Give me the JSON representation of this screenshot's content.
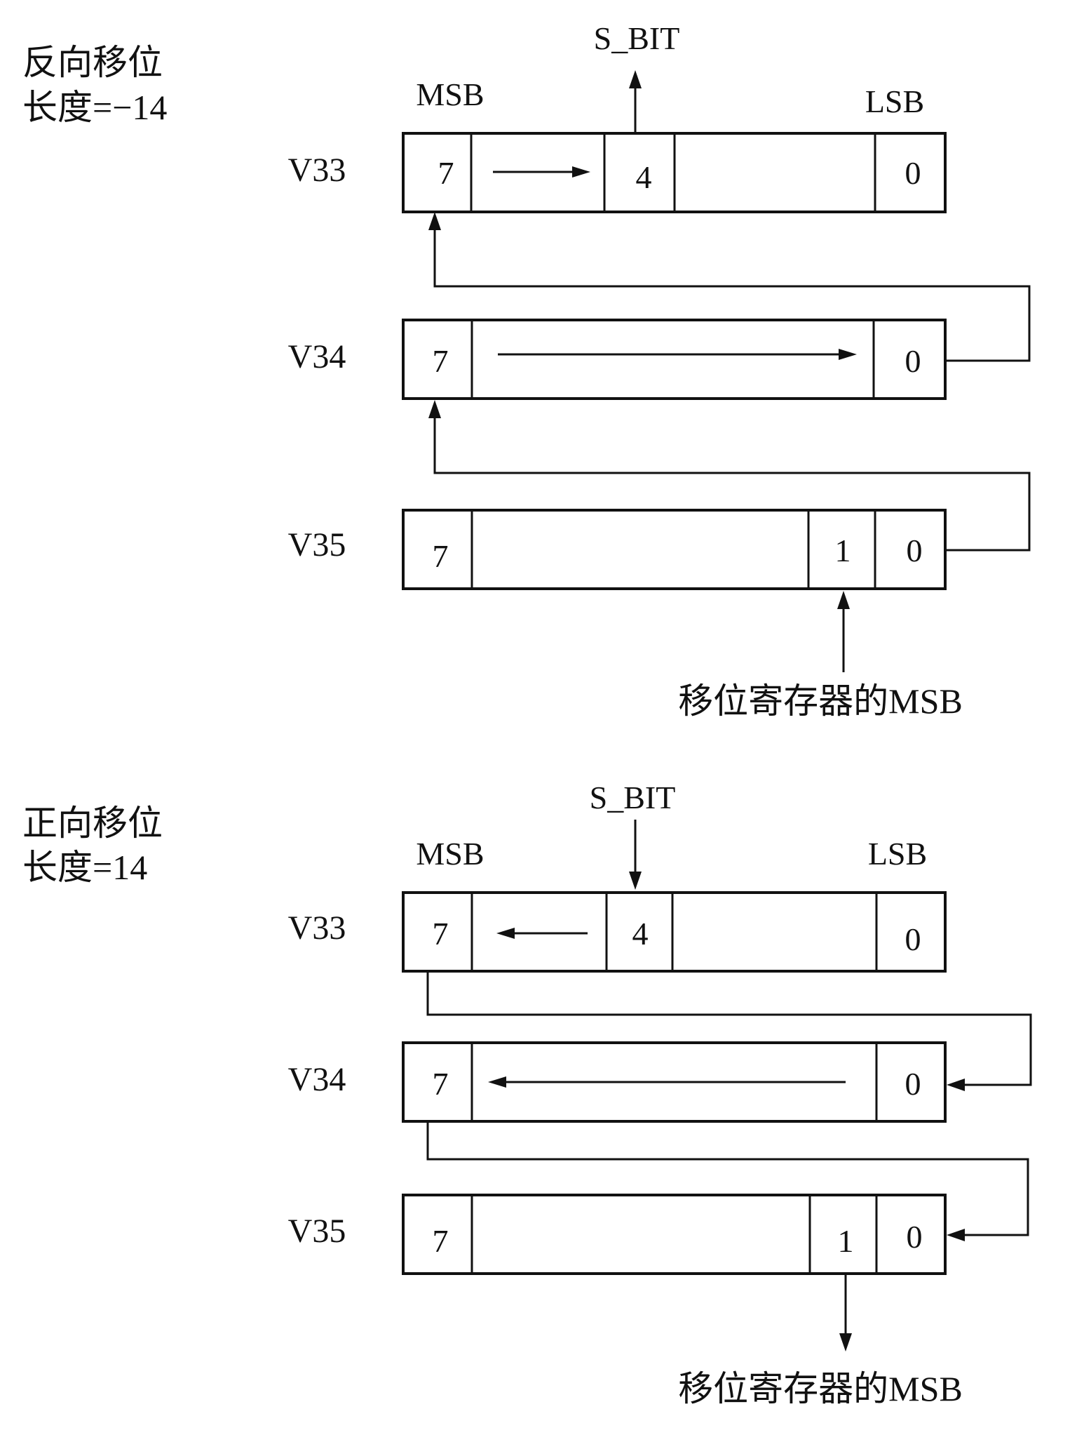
{
  "reverse": {
    "title_line1": "反向移位",
    "title_line2": "长度=−14",
    "sbit_label": "S_BIT",
    "msb_label": "MSB",
    "lsb_label": "LSB",
    "registers": [
      {
        "name": "V33",
        "msb_cell": "7",
        "mid_cell": "4",
        "lsb_cell": "0"
      },
      {
        "name": "V34",
        "msb_cell": "7",
        "lsb_cell": "0"
      },
      {
        "name": "V35",
        "msb_cell": "7",
        "mid_cell": "1",
        "lsb_cell": "0"
      }
    ],
    "bottom_note": "移位寄存器的MSB"
  },
  "forward": {
    "title_line1": "正向移位",
    "title_line2": "长度=14",
    "sbit_label": "S_BIT",
    "msb_label": "MSB",
    "lsb_label": "LSB",
    "registers": [
      {
        "name": "V33",
        "msb_cell": "7",
        "mid_cell": "4",
        "lsb_cell": "0"
      },
      {
        "name": "V34",
        "msb_cell": "7",
        "lsb_cell": "0"
      },
      {
        "name": "V35",
        "msb_cell": "7",
        "mid_cell": "1",
        "lsb_cell": "0"
      }
    ],
    "bottom_note": "移位寄存器的MSB"
  },
  "colors": {
    "line": "#111111",
    "background": "#ffffff"
  }
}
